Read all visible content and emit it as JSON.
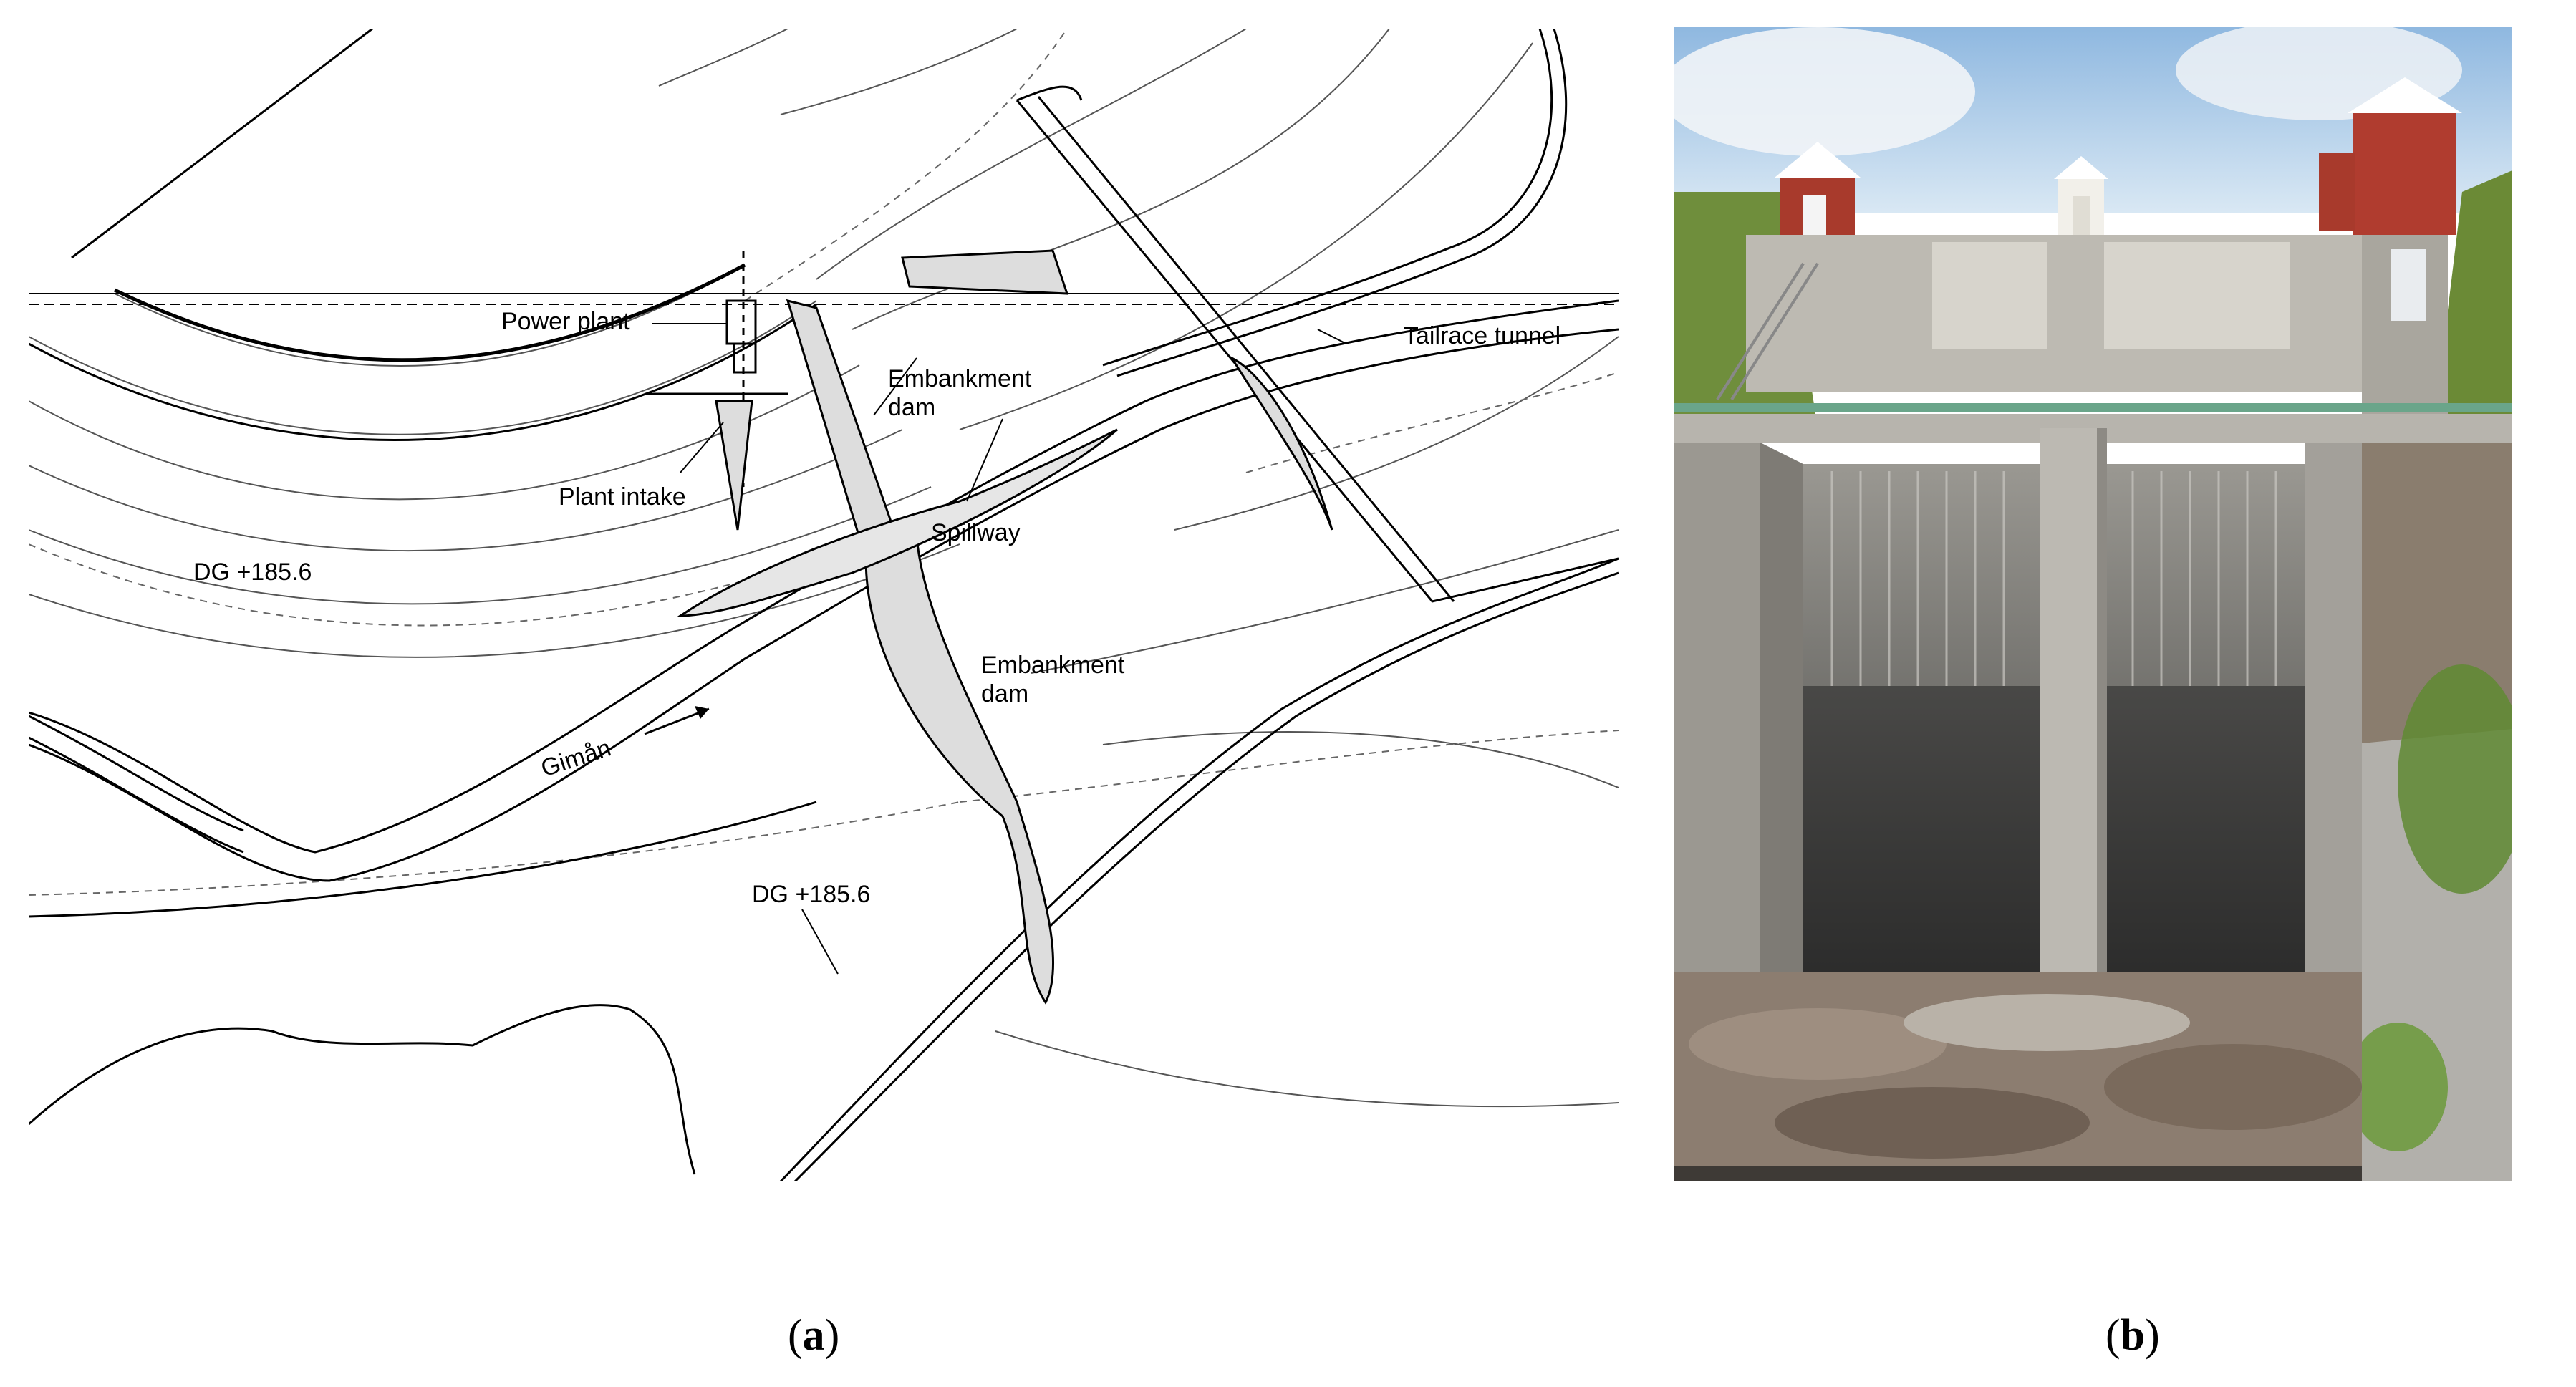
{
  "panel_a": {
    "labels": {
      "power_plant": "Power plant",
      "embankment_dam_1": "Embankment",
      "embankment_dam_1b": "dam",
      "tailrace_tunnel": "Tailrace tunnel",
      "plant_intake": "Plant intake",
      "spillway": "Spillway",
      "dg_left": "DG +185.6",
      "embankment_dam_2": "Embankment",
      "embankment_dam_2b": "dam",
      "river": "Gimån",
      "dg_bottom": "DG +185.6"
    }
  },
  "captions": {
    "a_open": "(",
    "a_letter": "a",
    "a_close": ")",
    "b_open": "(",
    "b_letter": "b",
    "b_close": ")"
  }
}
